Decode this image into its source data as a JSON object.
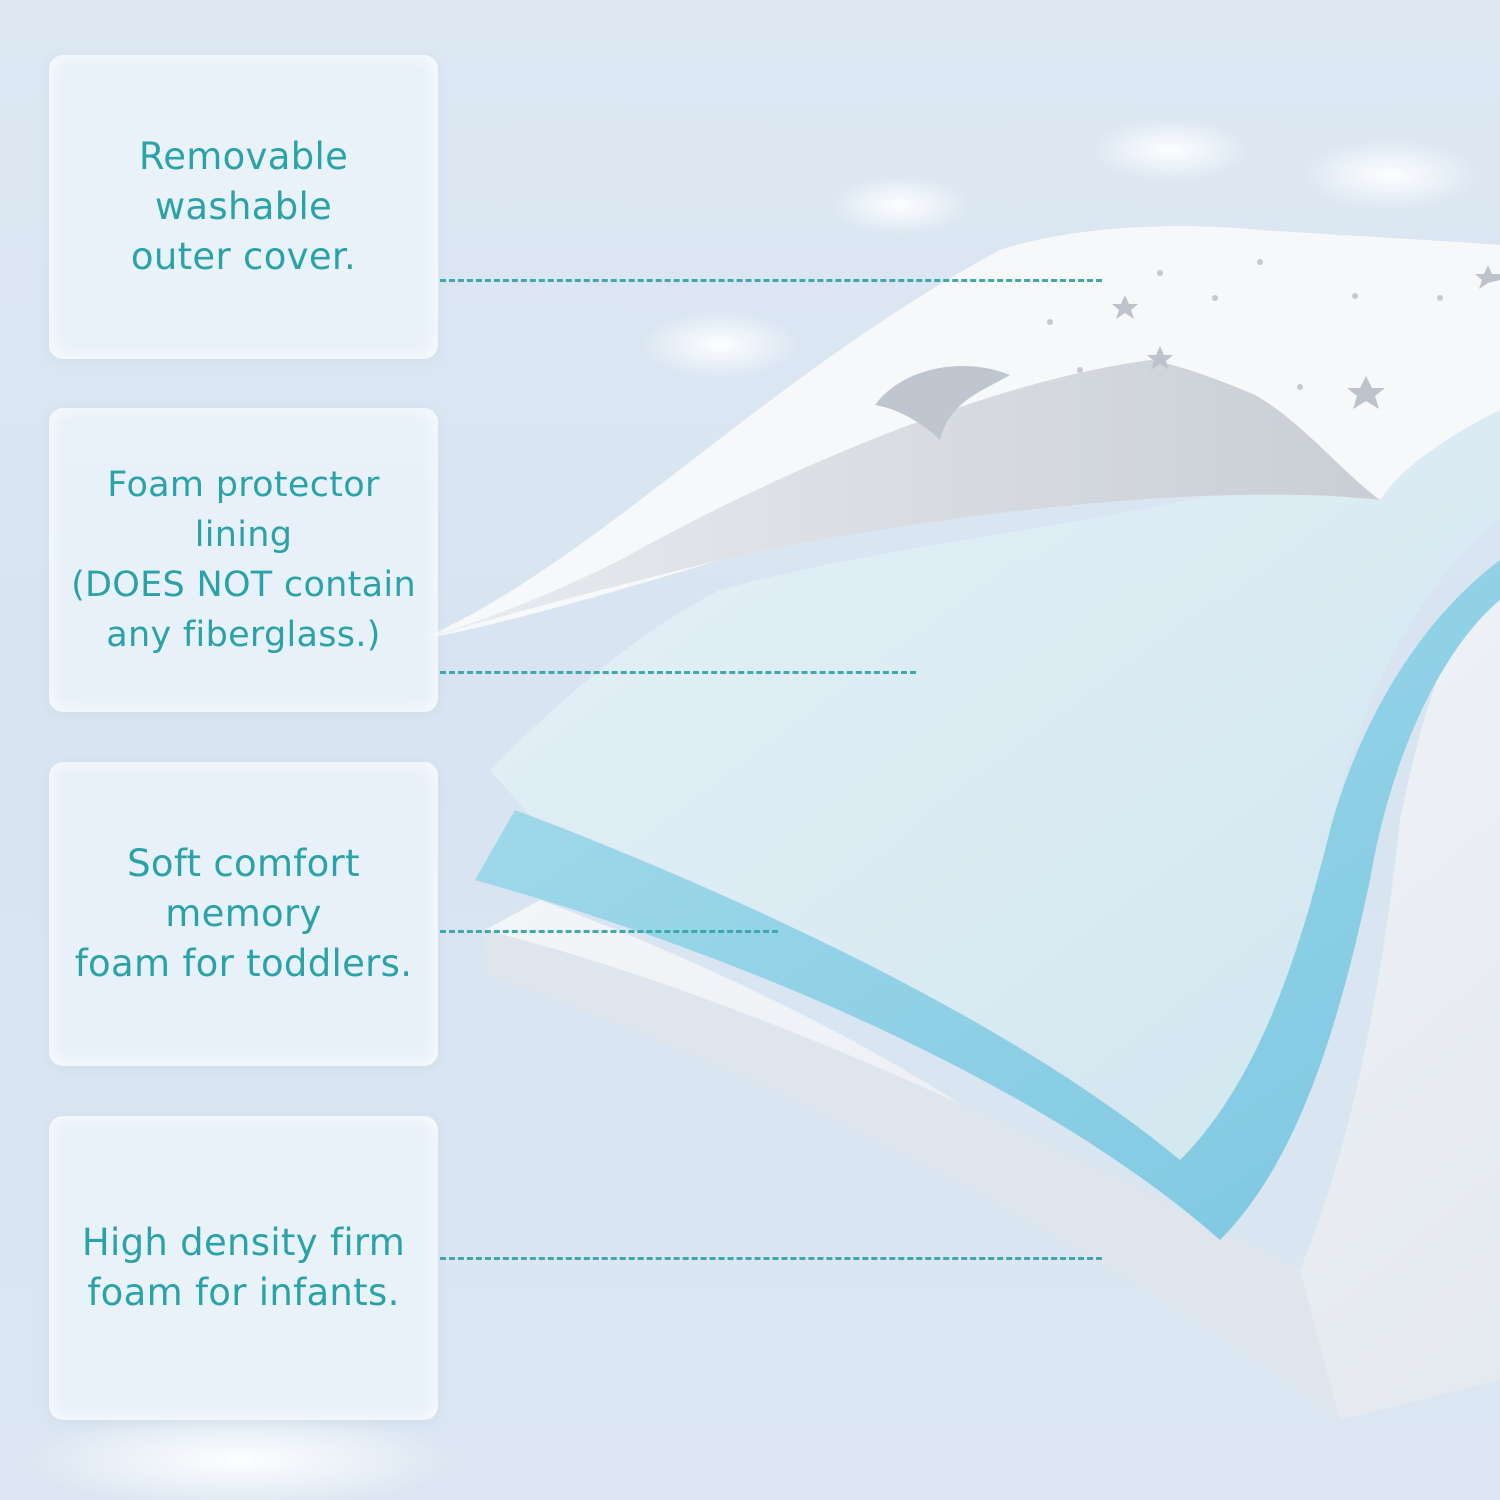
{
  "labels": [
    {
      "text": "Removable\nwashable\nouter cover."
    },
    {
      "text": "Foam protector\nlining\n(DOES NOT contain\nany fiberglass.)"
    },
    {
      "text": "Soft comfort\nmemory\nfoam for toddlers."
    },
    {
      "text": "High density firm\nfoam for infants."
    }
  ],
  "colors": {
    "label_text": "#2aa3a8",
    "leader_line": "#3fa8ad",
    "memory_foam": "#8fd0e6",
    "firm_foam": "#eef2f6",
    "cover": "#f5f7fa"
  },
  "icons": [
    "moon-icon",
    "star-icon"
  ]
}
